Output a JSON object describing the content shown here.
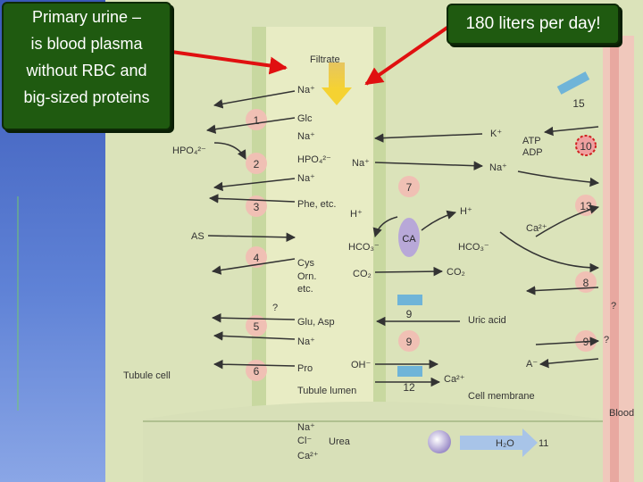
{
  "callouts": {
    "left_lines": [
      "Primary urine –",
      "is blood plasma",
      "without RBC and",
      "big-sized proteins"
    ],
    "right": "180 liters per day!"
  },
  "diagram": {
    "filtrate": "Filtrate",
    "numbers": {
      "n1": "1",
      "n2": "2",
      "n3": "3",
      "n4": "4",
      "n5": "5",
      "n6": "6",
      "n7": "7",
      "n8": "8",
      "n9a": "9",
      "n9b": "9",
      "n9c": "9",
      "n10": "10",
      "n11": "11",
      "n12": "12",
      "n13": "13",
      "n15": "15"
    },
    "lumen": {
      "na_top": "Na⁺",
      "glc": "Glc",
      "na1": "Na⁺",
      "hpo4": "HPO₄²⁻",
      "na2": "Na⁺",
      "phe": "Phe, etc.",
      "cys": "Cys",
      "orn": "Orn.",
      "etc": "etc.",
      "glu": "Glu, Asp",
      "na3": "Na⁺",
      "pro": "Pro",
      "tubule_lumen": "Tubule lumen"
    },
    "left_cell": {
      "hpo4": "HPO₄²⁻",
      "as": "AS",
      "q": "?",
      "tubule_cell": "Tubule cell",
      "na_bottom": "Na⁺",
      "cl_bottom": "Cl⁻",
      "ca_bottom": "Ca²⁺"
    },
    "right_cell": {
      "k": "K⁺",
      "atp": "ATP",
      "adp": "ADP",
      "na_a": "Na⁺",
      "na_b": "Na⁺",
      "h_left": "H⁺",
      "h_right": "H⁺",
      "ca_enzyme": "CA",
      "hco3_left": "HCO₃⁻",
      "hco3_right": "HCO₃⁻",
      "ca2": "Ca²⁺",
      "co2_left": "CO₂",
      "co2_right": "CO₂",
      "q_right": "?",
      "uric": "Uric acid",
      "oh": "OH⁻",
      "a": "A⁻",
      "q9": "?",
      "ca_12": "Ca²⁺",
      "cell_membrane": "Cell membrane",
      "blood": "Blood",
      "urea": "Urea",
      "h2o": "H₂O"
    }
  }
}
